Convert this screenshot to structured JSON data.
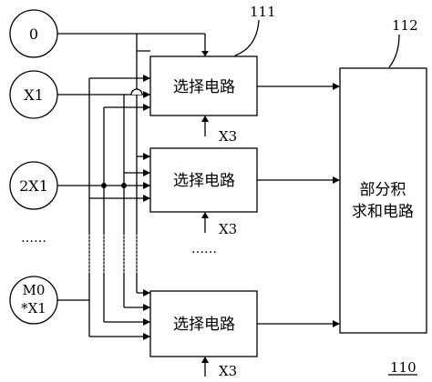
{
  "inputs": {
    "zero": "0",
    "x1": "X1",
    "two_x1": "2X1",
    "m0_line1": "M0",
    "m0_line2": "*X1"
  },
  "input_ellipsis": "……",
  "selector_ellipsis": "……",
  "selectors": [
    {
      "label": "选择电路",
      "control": "X3"
    },
    {
      "label": "选择电路",
      "control": "X3"
    },
    {
      "label": "选择电路",
      "control": "X3"
    }
  ],
  "sum_block": {
    "line1": "部分积",
    "line2": "求和电路"
  },
  "refs": {
    "selector": "111",
    "sum": "112",
    "overall": "110"
  }
}
